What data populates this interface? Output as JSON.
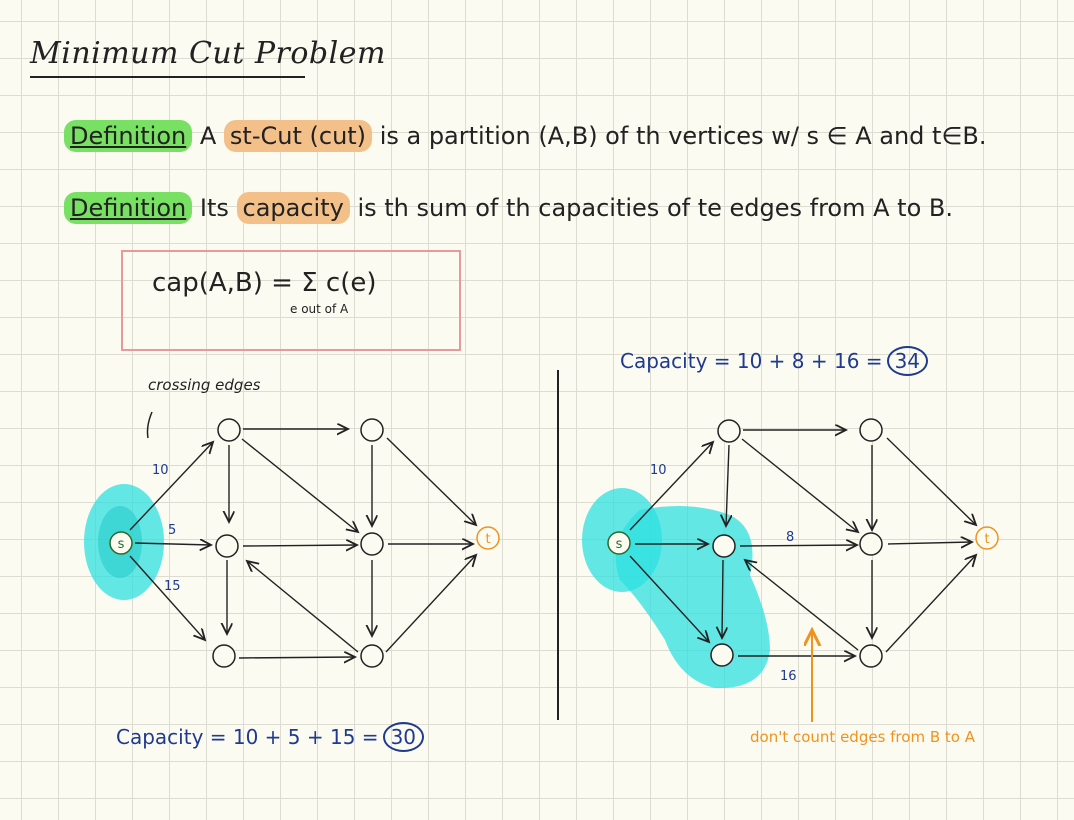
{
  "title": "Minimum Cut Problem",
  "definition1": {
    "tag": "Definition",
    "prefix": "A",
    "term": "st-Cut (cut)",
    "text": "is a partition (A,B) of th vertices w/ s ∈ A and t∈B."
  },
  "definition2": {
    "tag": "Definition",
    "prefix": "Its",
    "term": "capacity",
    "text": "is th sum of th capacities of te edges from A to B."
  },
  "formula": {
    "main": "cap(A,B) = Σ c(e)",
    "subscript": "e out of A"
  },
  "left_graph": {
    "annotation": "crossing edges",
    "edge_labels": [
      "10",
      "5",
      "15"
    ],
    "source": "s",
    "sink": "t",
    "capacity_text": "Capacity = 10 + 5 + 15 =",
    "capacity_total": "30"
  },
  "right_graph": {
    "capacity_text": "Capacity = 10 + 8 + 16 =",
    "capacity_total": "34",
    "edge_labels": [
      "10",
      "8",
      "16"
    ],
    "source": "s",
    "sink": "t",
    "note": "don't count edges from B to A"
  },
  "colors": {
    "highlight_green": "#78e062",
    "highlight_orange": "#f4c08a",
    "cyan_region": "#2fe0e0",
    "blue_ink": "#1f3a8f",
    "orange_ink": "#f0931e",
    "formula_box": "#e89a9a"
  }
}
